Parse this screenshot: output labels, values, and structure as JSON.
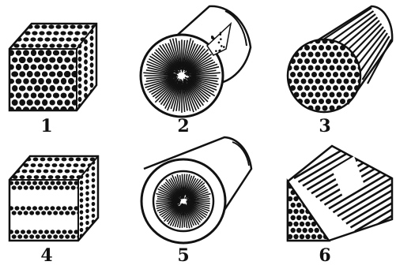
{
  "figure": {
    "ink_color": "#111111",
    "paper_color": "#ffffff",
    "panels": [
      {
        "label": "1",
        "shape": "cube-with-uniform-pores"
      },
      {
        "label": "2",
        "shape": "cylinder-with-radial-fibers"
      },
      {
        "label": "3",
        "shape": "cylinder-with-axial-fibers"
      },
      {
        "label": "4",
        "shape": "cube-with-layered-pores"
      },
      {
        "label": "5",
        "shape": "cylinder-with-radial-core-and-shell"
      },
      {
        "label": "6",
        "shape": "prism-with-oblique-fibers"
      }
    ]
  }
}
